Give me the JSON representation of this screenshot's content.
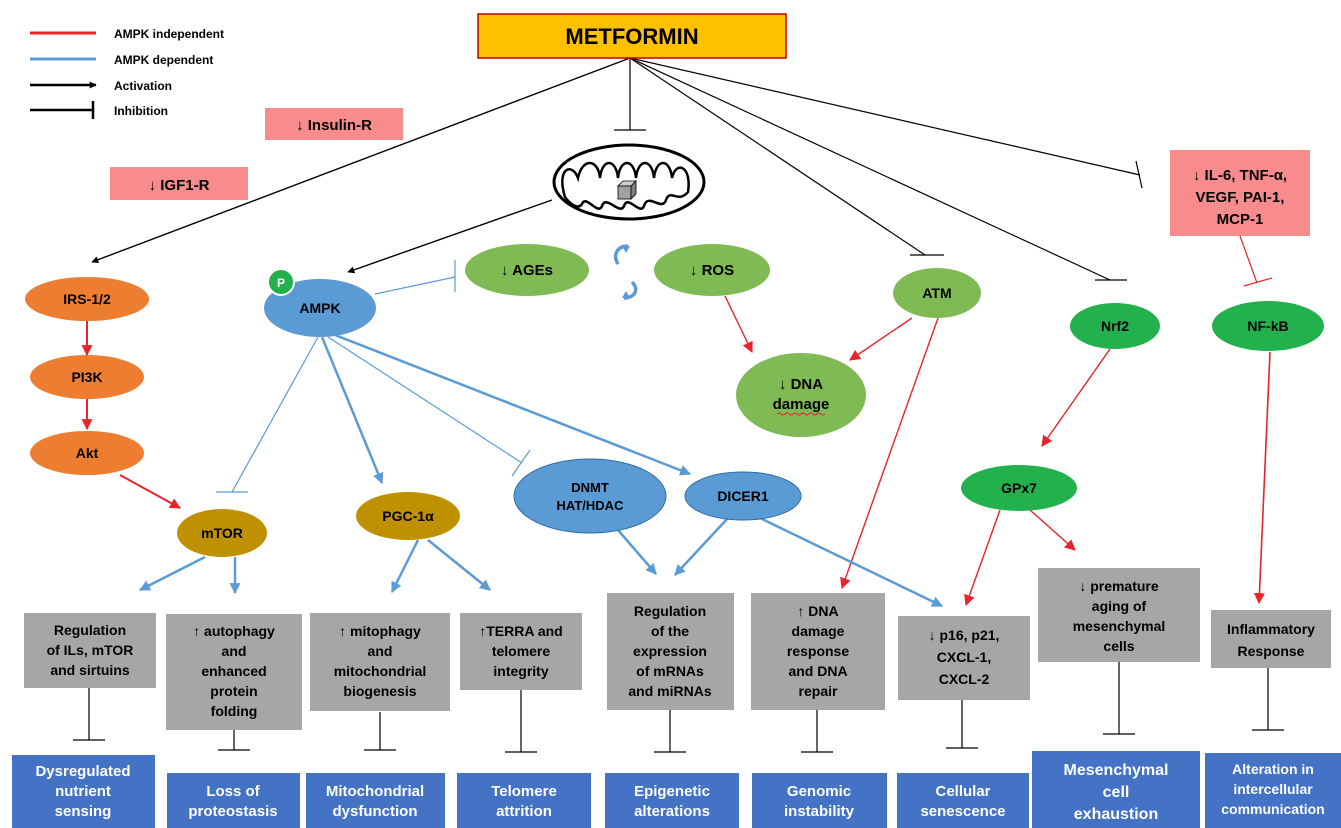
{
  "legend": {
    "ampk_independent": "AMPK independent",
    "ampk_dependent": "AMPK dependent",
    "activation": "Activation",
    "inhibition": "Inhibition"
  },
  "metformin": "METFORMIN",
  "receptors": {
    "insulin_r": "↓ Insulin-R",
    "igf1_r": "↓ IGF1-R"
  },
  "cytokines": [
    "↓ IL-6, TNF-α,",
    "VEGF, PAI-1,",
    "MCP-1"
  ],
  "nodes": {
    "irs": "IRS-1/2",
    "pi3k": "PI3K",
    "akt": "Akt",
    "ampk": "AMPK",
    "p_badge": "P",
    "ages": "↓ AGEs",
    "ros": "↓ ROS",
    "atm": "ATM",
    "dna_damage": [
      "↓ DNA",
      "damage"
    ],
    "nrf2": "Nrf2",
    "nfkb": "NF-kB",
    "gpx7": "GPx7",
    "mtor": "mTOR",
    "pgc": "PGC-1α",
    "dnmt": [
      "DNMT",
      "HAT/HDAC"
    ],
    "dicer": "DICER1"
  },
  "effects": [
    [
      "Regulation",
      "of ILs, mTOR",
      "and sirtuins"
    ],
    [
      "↑ autophagy",
      "and",
      "enhanced",
      "protein",
      "folding"
    ],
    [
      "↑ mitophagy",
      "and",
      "mitochondrial",
      "biogenesis"
    ],
    [
      "↑TERRA and",
      "telomere",
      "integrity"
    ],
    [
      "Regulation",
      "of the",
      "expression",
      "of mRNAs",
      "and miRNAs"
    ],
    [
      "↑ DNA",
      "damage",
      "response",
      "and DNA",
      "repair"
    ],
    [
      "↓ p16, p21,",
      "CXCL-1,",
      "CXCL-2"
    ],
    [
      "↓ premature",
      "aging of",
      "mesenchymal",
      "cells"
    ],
    [
      "Inflammatory",
      "Response"
    ]
  ],
  "hallmarks": [
    [
      "Dysregulated",
      "nutrient",
      "sensing"
    ],
    [
      "Loss of",
      "proteostasis"
    ],
    [
      "Mitochondrial",
      "dysfunction"
    ],
    [
      "Telomere",
      "attrition"
    ],
    [
      "Epigenetic",
      "alterations"
    ],
    [
      "Genomic",
      "instability"
    ],
    [
      "Cellular",
      "senescence"
    ],
    [
      "Mesenchymal",
      "cell",
      "exhaustion"
    ],
    [
      "Alteration in",
      "intercellular",
      "communication"
    ]
  ],
  "colors": {
    "red_line": "#e8232a",
    "blue_line": "#5b9bd5",
    "orange_node": "#ed7d31",
    "blue_node": "#5b9bd5",
    "light_green_node": "#7fba55",
    "dark_green_node": "#22b14c",
    "olive_node": "#bf9000",
    "pink_box": "#f88b8b",
    "gray_box": "#a6a6a6",
    "hallmark_box": "#4472c4",
    "metformin_box": "#ffc000"
  }
}
